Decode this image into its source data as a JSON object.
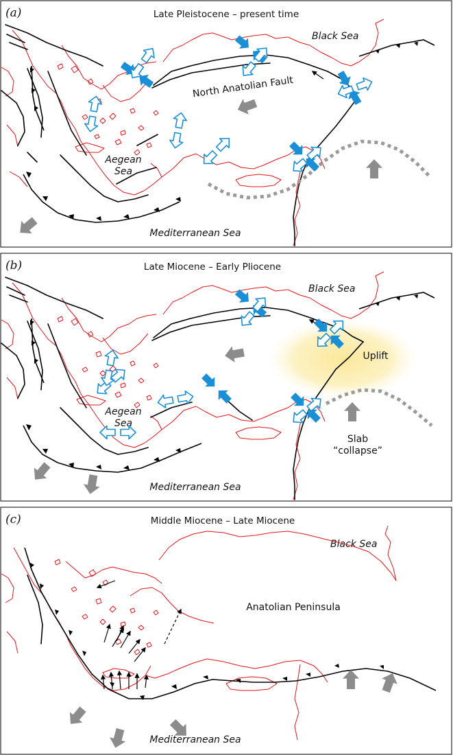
{
  "panels": [
    {
      "label_open": "(",
      "label_letter": "a",
      "label_close": ")",
      "title": "Late Pleistocene – present time",
      "black_sea": "Black Sea",
      "aegean_line1": "Aegean",
      "aegean_line2": "Sea",
      "med_sea": "Mediterranean Sea",
      "naf": "North Anatolian Fault"
    },
    {
      "label_open": "(",
      "label_letter": "b",
      "label_close": ")",
      "title": "Late Miocene – Early Pliocene",
      "black_sea": "Black Sea",
      "aegean_line1": "Aegean",
      "aegean_line2": "Sea",
      "med_sea": "Mediterranean Sea",
      "uplift": "Uplift",
      "slab_line1": "Slab",
      "slab_line2": "“collapse”"
    },
    {
      "label_open": "(",
      "label_letter": "c",
      "label_close": ")",
      "title": "Middle Miocene – Late Miocene",
      "black_sea": "Black Sea",
      "anatolia": "Anatolian Peninsula",
      "med_sea": "Mediterranean Sea"
    }
  ],
  "colors": {
    "coastline": "#e0141c",
    "fault": "#000000",
    "compression_arrow": "#1a8fd6",
    "extension_arrow": "#1a8fd6",
    "plate_motion_arrow": "#8c8c8c",
    "uplift_glow": "#fbe89a"
  }
}
